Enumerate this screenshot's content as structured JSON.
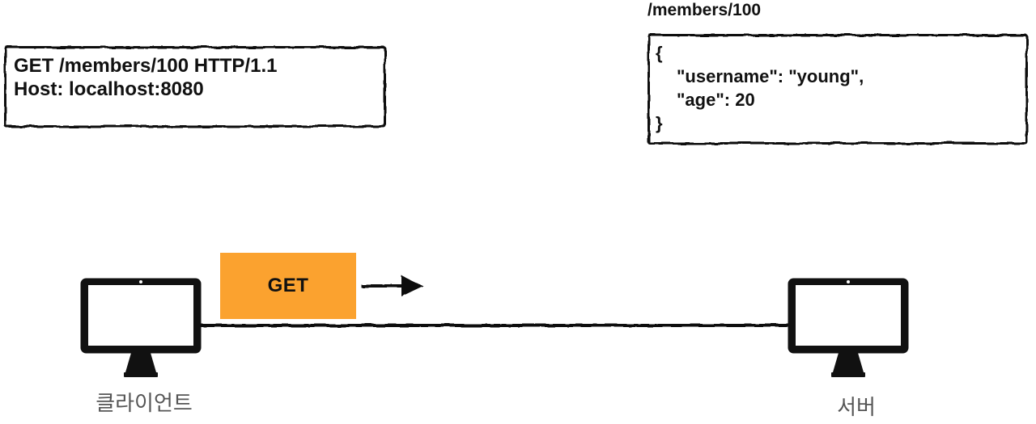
{
  "diagram": {
    "request_box": {
      "lines": [
        "GET /members/100 HTTP/1.1",
        "Host: localhost:8080"
      ]
    },
    "response_box": {
      "path_label": "/members/100",
      "lines": [
        "{",
        "\"username\": \"young\",",
        "\"age\": 20",
        "}"
      ]
    },
    "flow": {
      "method_label": "GET"
    },
    "nodes": {
      "client_label": "클라이언트",
      "server_label": "서버"
    },
    "colors": {
      "method_fill": "#FBA22F",
      "ink": "#111111",
      "node_label": "#555555"
    }
  }
}
